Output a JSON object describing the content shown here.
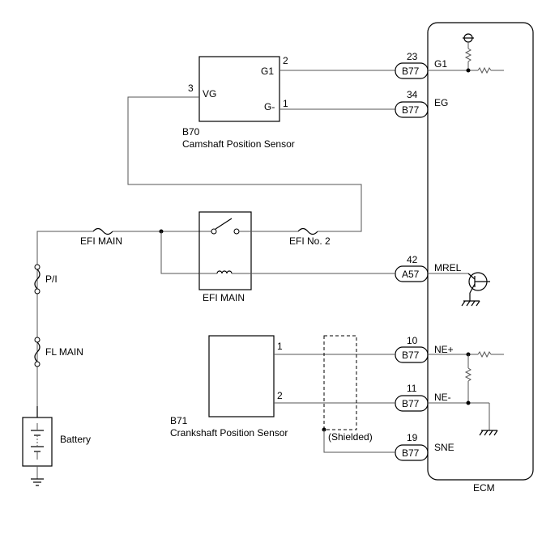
{
  "sensors": {
    "cam": {
      "code": "B70",
      "name": "Camshaft Position Sensor",
      "pins": {
        "g1": "G1",
        "gm": "G-",
        "vg": "VG"
      },
      "pin_nums": {
        "g1": "2",
        "gm": "1",
        "vg": "3"
      }
    },
    "crank": {
      "code": "B71",
      "name": "Crankshaft Position Sensor",
      "pin_nums": {
        "p1": "1",
        "p2": "2"
      }
    }
  },
  "connectors": [
    {
      "pin": "23",
      "code": "B77",
      "signal": "G1"
    },
    {
      "pin": "34",
      "code": "B77",
      "signal": "EG"
    },
    {
      "pin": "42",
      "code": "A57",
      "signal": "MREL"
    },
    {
      "pin": "10",
      "code": "B77",
      "signal": "NE+"
    },
    {
      "pin": "11",
      "code": "B77",
      "signal": "NE-"
    },
    {
      "pin": "19",
      "code": "B77",
      "signal": "SNE"
    }
  ],
  "fuses": {
    "efi_main": "EFI MAIN",
    "efi_no2": "EFI No. 2",
    "pi": "P/I",
    "fl_main": "FL MAIN"
  },
  "relay": {
    "label": "EFI MAIN"
  },
  "battery": {
    "label": "Battery"
  },
  "shield": {
    "label": "(Shielded)"
  },
  "ecm": {
    "label": "ECM"
  }
}
